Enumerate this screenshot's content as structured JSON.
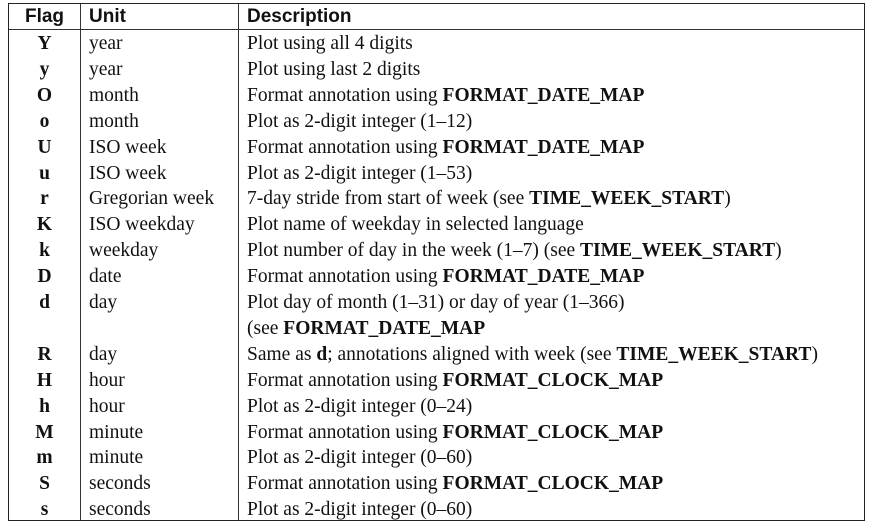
{
  "table": {
    "headers": {
      "flag": "Flag",
      "unit": "Unit",
      "description": "Description"
    },
    "rows": [
      {
        "flag": "Y",
        "unit": "year",
        "desc": [
          {
            "t": "Plot using all 4 digits"
          }
        ]
      },
      {
        "flag": "y",
        "unit": "year",
        "desc": [
          {
            "t": "Plot using last 2 digits"
          }
        ]
      },
      {
        "flag": "O",
        "unit": "month",
        "desc": [
          {
            "t": "Format annotation using "
          },
          {
            "t": "FORMAT_DATE_MAP",
            "b": true
          }
        ]
      },
      {
        "flag": "o",
        "unit": "month",
        "desc": [
          {
            "t": "Plot as 2-digit integer (1–12)"
          }
        ]
      },
      {
        "flag": "U",
        "unit": "ISO week",
        "desc": [
          {
            "t": "Format annotation using "
          },
          {
            "t": "FORMAT_DATE_MAP",
            "b": true
          }
        ]
      },
      {
        "flag": "u",
        "unit": "ISO week",
        "desc": [
          {
            "t": "Plot as 2-digit integer (1–53)"
          }
        ]
      },
      {
        "flag": "r",
        "unit": "Gregorian week",
        "desc": [
          {
            "t": "7-day stride from start of week (see "
          },
          {
            "t": "TIME_WEEK_START",
            "b": true
          },
          {
            "t": ")"
          }
        ]
      },
      {
        "flag": "K",
        "unit": "ISO weekday",
        "desc": [
          {
            "t": "Plot name of weekday in selected language"
          }
        ]
      },
      {
        "flag": "k",
        "unit": "weekday",
        "desc": [
          {
            "t": "Plot number of day in the week (1–7) (see "
          },
          {
            "t": "TIME_WEEK_START",
            "b": true
          },
          {
            "t": ")"
          }
        ]
      },
      {
        "flag": "D",
        "unit": "date",
        "desc": [
          {
            "t": "Format annotation using "
          },
          {
            "t": "FORMAT_DATE_MAP",
            "b": true
          }
        ]
      },
      {
        "flag": "d",
        "unit": "day",
        "desc": [
          {
            "t": "Plot day of month (1–31) or day of year (1–366)"
          }
        ]
      },
      {
        "flag": "",
        "unit": "",
        "desc": [
          {
            "t": "(see "
          },
          {
            "t": "FORMAT_DATE_MAP",
            "b": true
          }
        ]
      },
      {
        "flag": "R",
        "unit": "day",
        "desc": [
          {
            "t": "Same as "
          },
          {
            "t": "d",
            "b": true
          },
          {
            "t": "; annotations aligned with week (see "
          },
          {
            "t": "TIME_WEEK_START",
            "b": true
          },
          {
            "t": ")"
          }
        ]
      },
      {
        "flag": "H",
        "unit": "hour",
        "desc": [
          {
            "t": "Format annotation using "
          },
          {
            "t": "FORMAT_CLOCK_MAP",
            "b": true
          }
        ]
      },
      {
        "flag": "h",
        "unit": "hour",
        "desc": [
          {
            "t": "Plot as 2-digit integer (0–24)"
          }
        ]
      },
      {
        "flag": "M",
        "unit": "minute",
        "desc": [
          {
            "t": "Format annotation using "
          },
          {
            "t": "FORMAT_CLOCK_MAP",
            "b": true
          }
        ]
      },
      {
        "flag": "m",
        "unit": "minute",
        "desc": [
          {
            "t": "Plot as 2-digit integer (0–60)"
          }
        ]
      },
      {
        "flag": "S",
        "unit": "seconds",
        "desc": [
          {
            "t": "Format annotation using "
          },
          {
            "t": "FORMAT_CLOCK_MAP",
            "b": true
          }
        ]
      },
      {
        "flag": "s",
        "unit": "seconds",
        "desc": [
          {
            "t": "Plot as 2-digit integer (0–60)"
          }
        ]
      }
    ]
  }
}
